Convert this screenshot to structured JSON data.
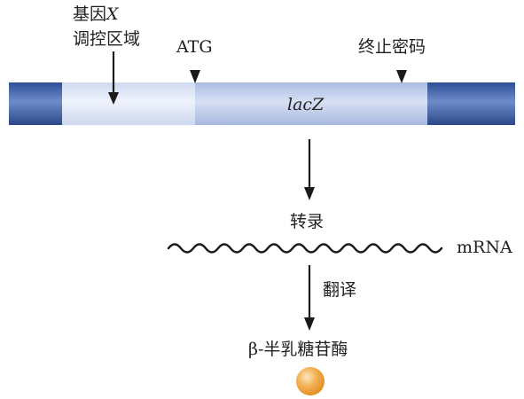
{
  "diagram": {
    "regulatory_region": {
      "prefix": "基因",
      "gene_name": "X",
      "suffix": "调控区域"
    },
    "start_codon": "ATG",
    "stop_codon": "终止密码",
    "gene": "lacZ",
    "transcription": "转录",
    "mrna": "mRNA",
    "translation": "翻译",
    "product": "β-半乳糖苷酶"
  },
  "colors": {
    "flank_dark": "#3a5fa8",
    "regulatory_light": "#dde6f6",
    "coding_light": "#c4d1ee",
    "arrow": "#1a1a1a",
    "wave": "#1a1a1a",
    "enzyme_orange": "#f2a23a"
  }
}
